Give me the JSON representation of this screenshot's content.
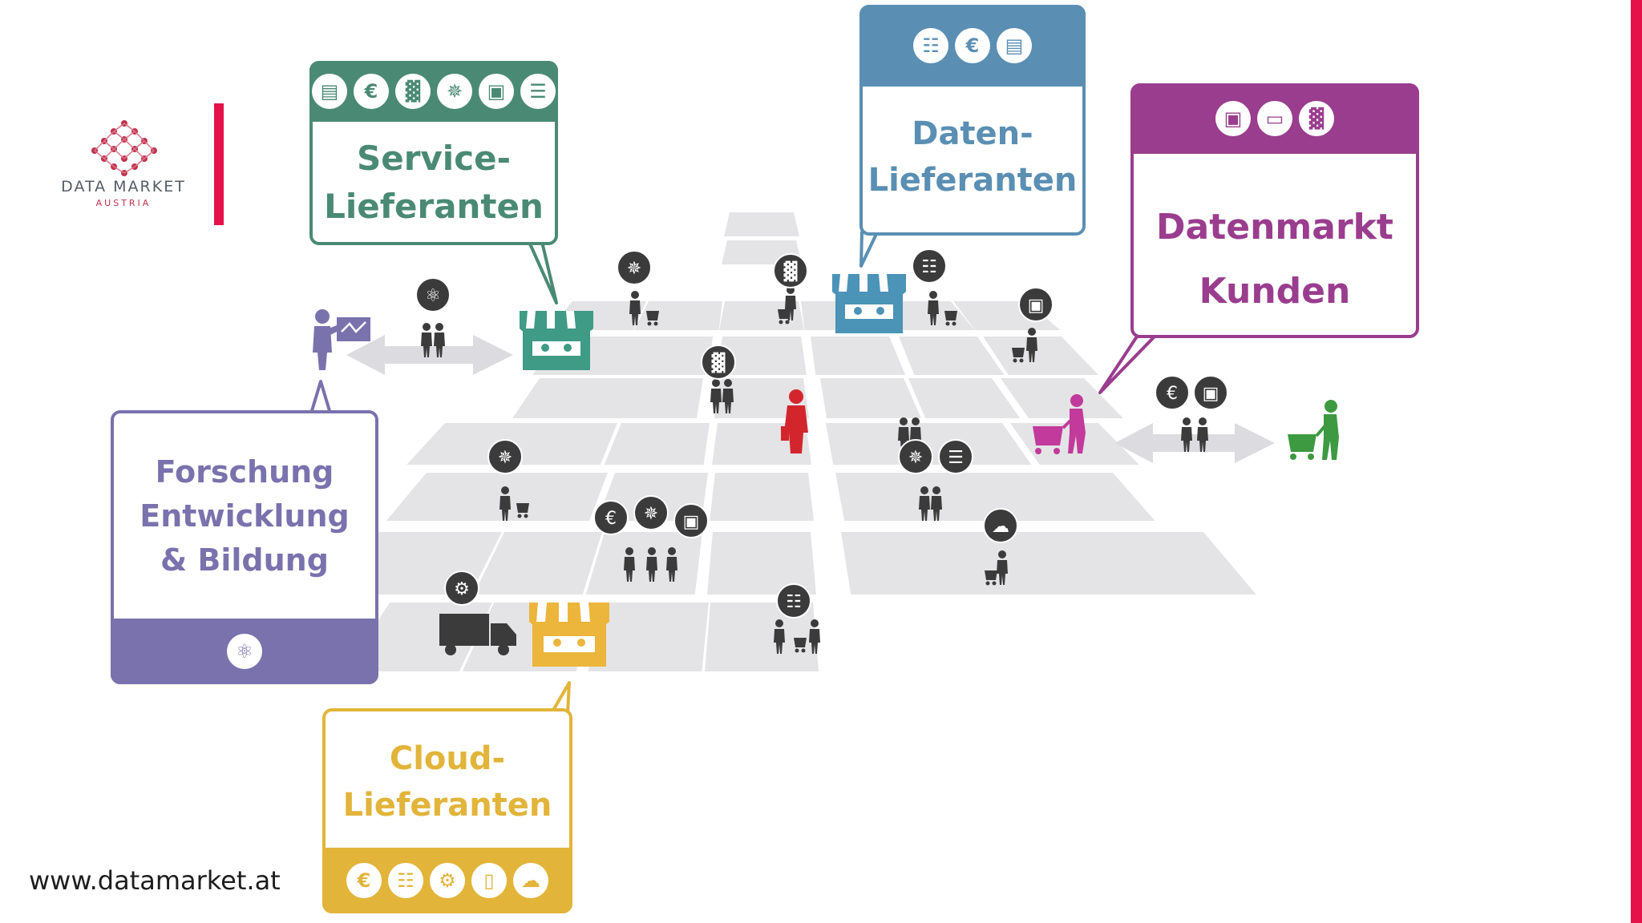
{
  "logo": {
    "name": "DATA MARKET",
    "sub": "AUSTRIA"
  },
  "url": "www.datamarket.at",
  "bubbles": {
    "service": {
      "title": "Service-\nLieferanten",
      "color": "#4a8a74",
      "icons": [
        "document-icon",
        "euro-icon",
        "bar-chart-icon",
        "network-icon",
        "report-icon",
        "list-icon"
      ]
    },
    "daten": {
      "title": "Daten-\nLieferanten",
      "color": "#5a8fb3",
      "icons": [
        "server-icon",
        "euro-icon",
        "document-icon"
      ]
    },
    "kunden": {
      "title": "Datenmarkt\nKunden",
      "color": "#9a3d8e",
      "icons": [
        "report-icon",
        "code-window-icon",
        "bar-chart-icon"
      ]
    },
    "forschung": {
      "title": "Forschung\nEntwicklung\n& Bildung",
      "color": "#7a72ad",
      "icons": [
        "atom-icon"
      ]
    },
    "cloud": {
      "title": "Cloud-\nLieferanten",
      "color": "#e2b43a",
      "icons": [
        "euro-icon",
        "hierarchy-icon",
        "gears-icon",
        "tablet-icon",
        "cloud-icon"
      ]
    }
  },
  "colors": {
    "brand_red": "#e5124a",
    "tile": "#e4e4e6",
    "dark_icon": "#3b3b3b",
    "market_red": "#d2262c",
    "customer_green": "#3d9a41"
  }
}
